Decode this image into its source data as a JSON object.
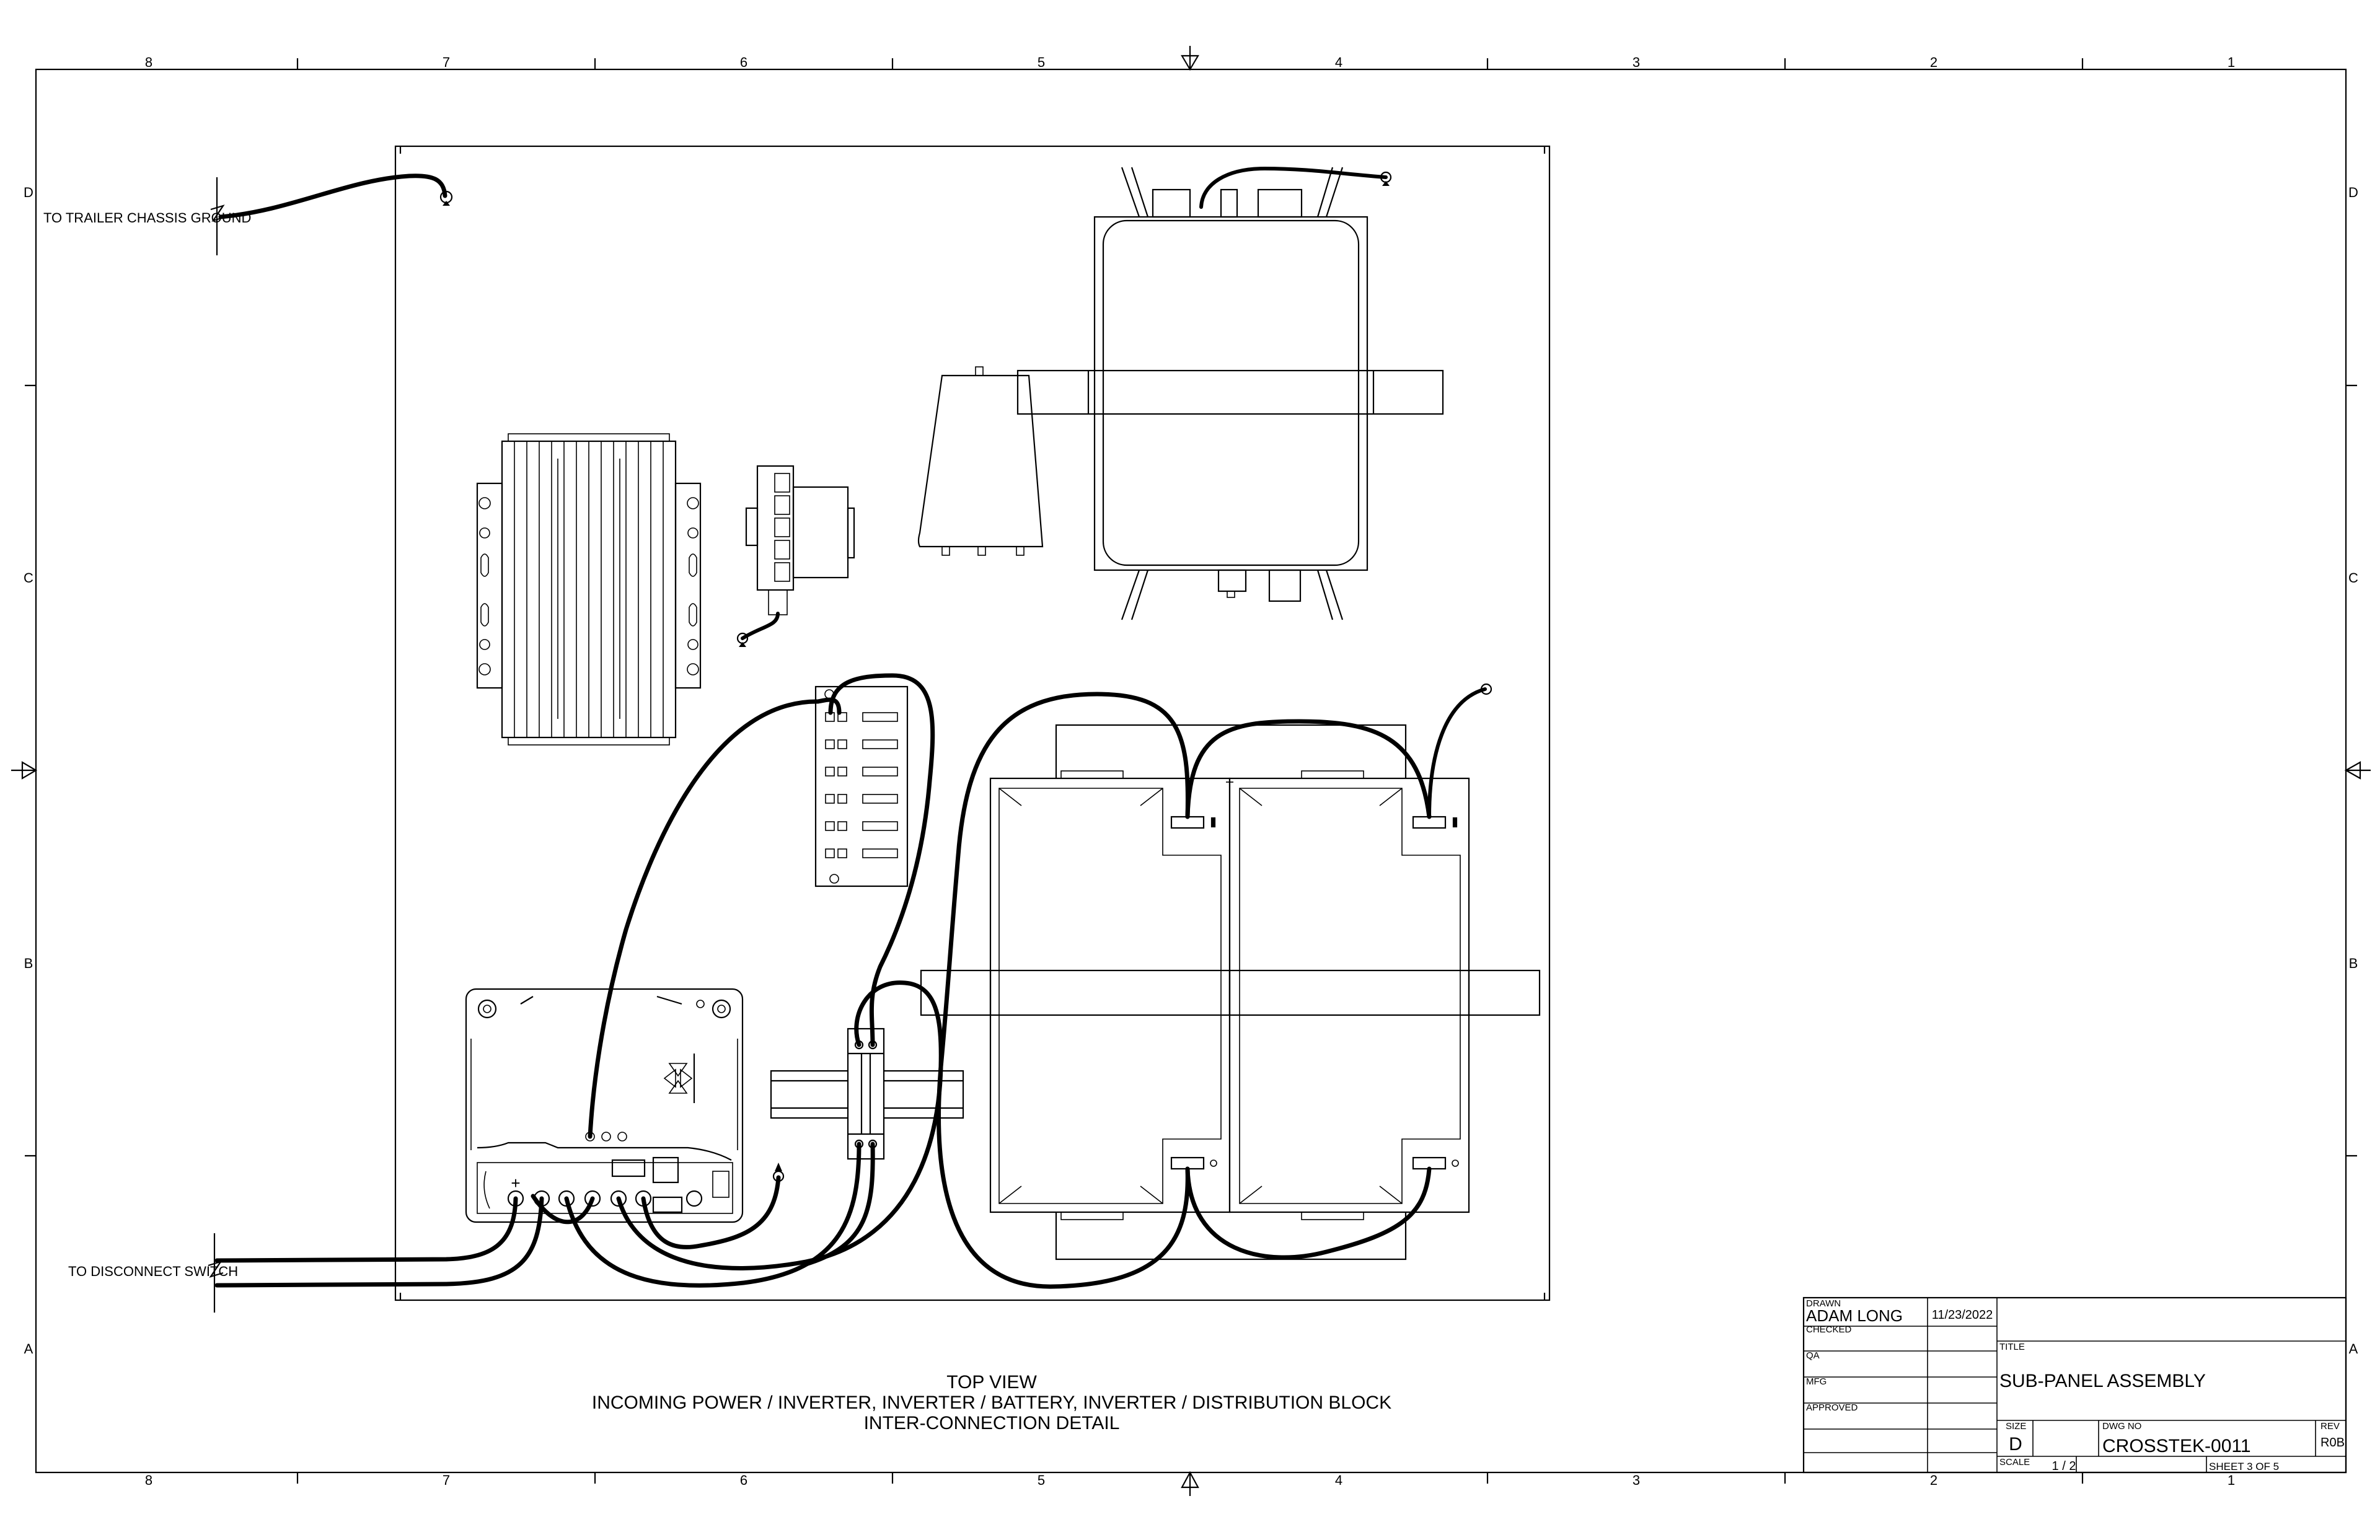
{
  "border": {
    "top_zones": [
      "8",
      "7",
      "6",
      "5",
      "4",
      "3",
      "2",
      "1"
    ],
    "bottom_zones": [
      "8",
      "7",
      "6",
      "5",
      "4",
      "3",
      "2",
      "1"
    ],
    "left_zones": [
      "D",
      "C",
      "B",
      "A"
    ],
    "right_zones": [
      "D",
      "C",
      "B",
      "A"
    ]
  },
  "callouts": {
    "chassis_ground": "TO TRAILER CHASSIS GROUND",
    "disconnect_switch": "TO DISCONNECT SWITCH"
  },
  "view": {
    "line1": "TOP VIEW",
    "line2": "INCOMING POWER / INVERTER, INVERTER / BATTERY, INVERTER / DISTRIBUTION BLOCK",
    "line3": "INTER-CONNECTION DETAIL"
  },
  "title_block": {
    "drawn_label": "DRAWN",
    "drawn_by": "ADAM LONG",
    "drawn_date": "11/23/2022",
    "checked_label": "CHECKED",
    "qa_label": "QA",
    "mfg_label": "MFG",
    "approved_label": "APPROVED",
    "title_label": "TITLE",
    "title": "SUB-PANEL ASSEMBLY",
    "size_label": "SIZE",
    "size": "D",
    "dwg_no_label": "DWG NO",
    "dwg_no": "CROSSTEK-0011",
    "rev_label": "REV",
    "rev": "R0B",
    "scale_label": "SCALE",
    "scale": "1 / 2",
    "sheet_label": "SHEET 3  OF 5"
  },
  "terminal_marks": {
    "positive": "+",
    "negative": "-"
  }
}
